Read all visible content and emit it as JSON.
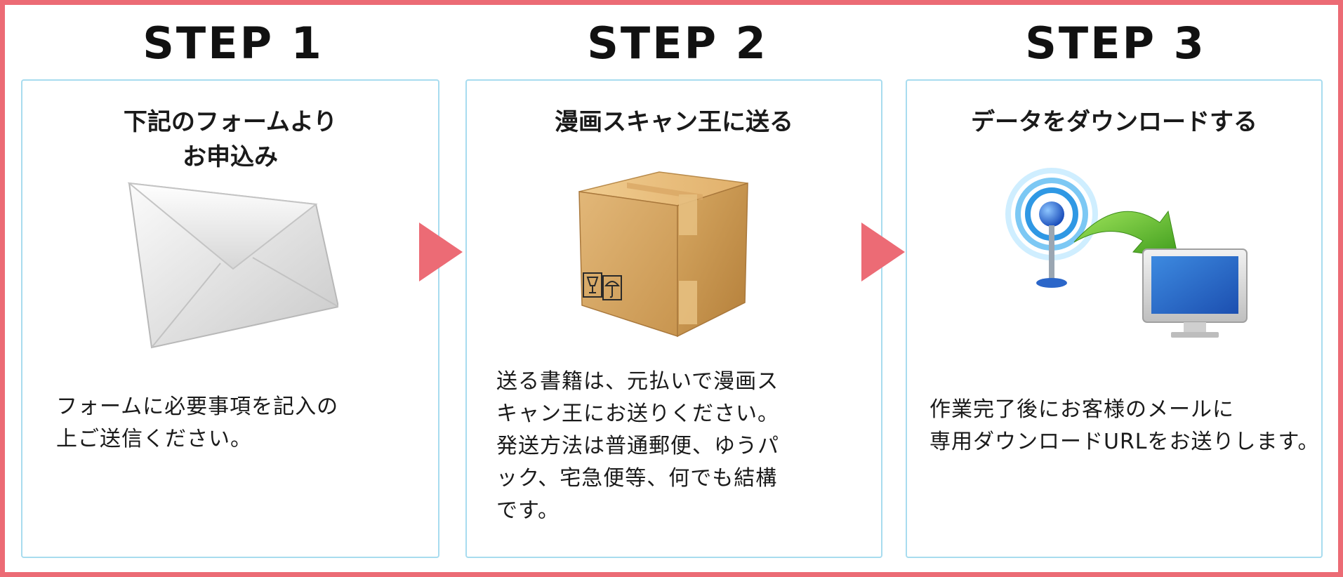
{
  "steps": [
    {
      "title": "STEP 1",
      "heading": [
        "下記のフォームより",
        "お申込み"
      ],
      "body": [
        "フォームに必要事項を記入の",
        "上ご送信ください。"
      ],
      "icon": "envelope-icon"
    },
    {
      "title": "STEP 2",
      "heading": [
        "漫画スキャン王に送る"
      ],
      "body": [
        "送る書籍は、元払いで漫画ス",
        "キャン王にお送りください。",
        "発送方法は普通郵便、ゆうパ",
        "ック、宅急便等、何でも結構",
        "です。"
      ],
      "icon": "cardboard-box-icon"
    },
    {
      "title": "STEP 3",
      "heading": [
        "データをダウンロードする"
      ],
      "body": [
        "作業完了後にお客様のメールに",
        "専用ダウンロードURLをお送りします。"
      ],
      "icon": "download-to-monitor-icon"
    }
  ],
  "colors": {
    "frame": "#ec6b75",
    "arrow": "#ec6b75",
    "card_border": "#a8dcef"
  }
}
